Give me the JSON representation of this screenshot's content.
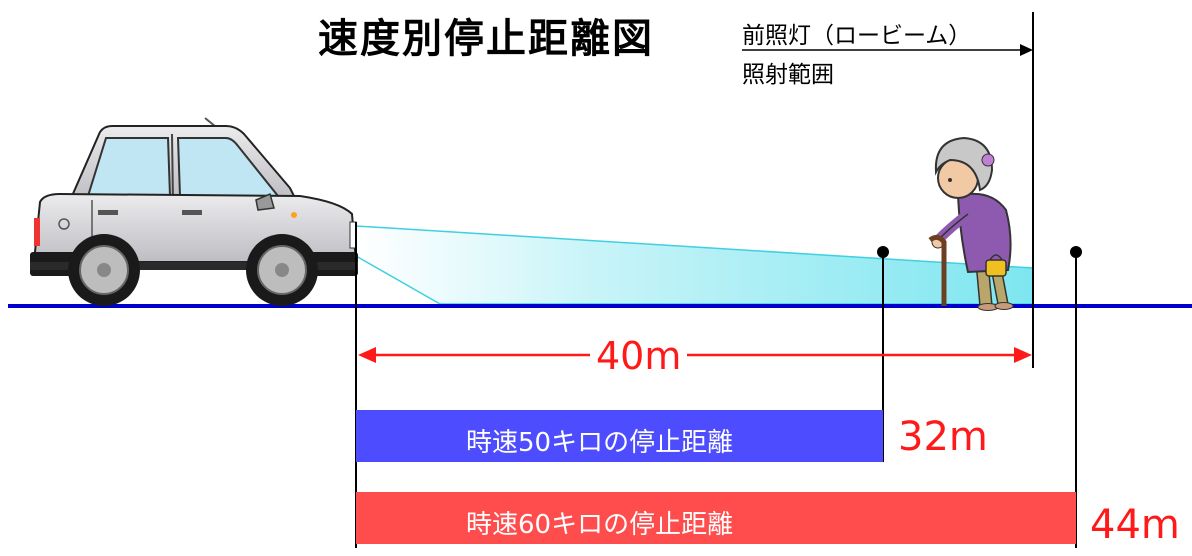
{
  "title": "速度別停止距離図",
  "headlight_label": {
    "line1": "前照灯（ロービーム）",
    "line2": "照射範囲"
  },
  "distance_label": "40m",
  "bars": [
    {
      "label": "時速50キロの停止距離",
      "distance": "32m",
      "color": "#4d4dff"
    },
    {
      "label": "時速60キロの停止距離",
      "distance": "44m",
      "color": "#ff4d4d"
    }
  ],
  "colors": {
    "road": "#0000cc",
    "beam": "#7ee6f0",
    "arrow": "#ff1a1a",
    "car_body": "#d4d4d8"
  },
  "icons": [
    "car-icon",
    "elderly-pedestrian-icon",
    "stop-point-marker"
  ]
}
